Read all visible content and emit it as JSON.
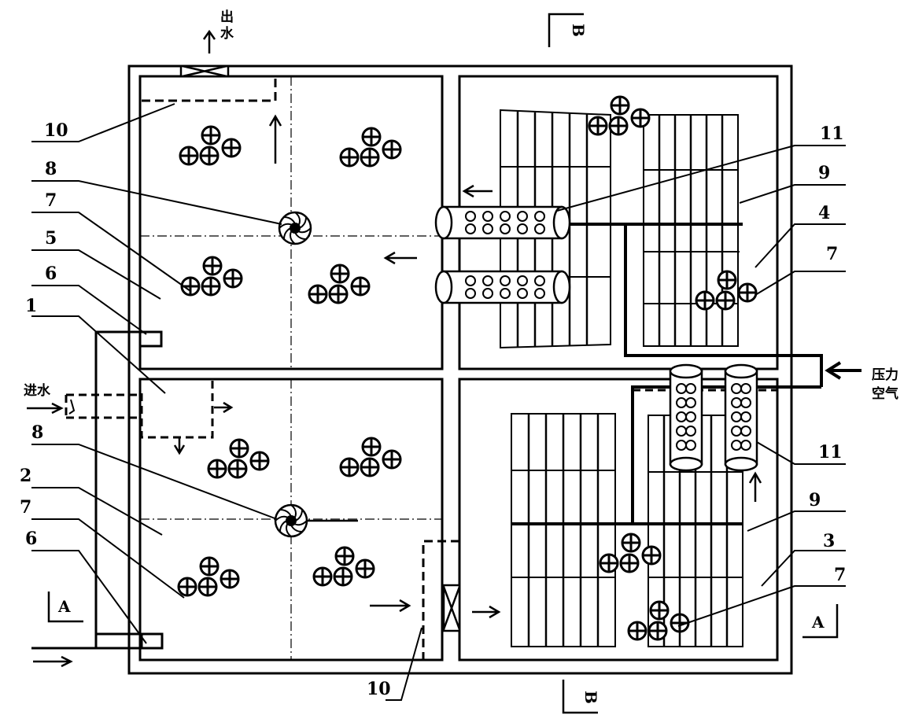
{
  "labels": {
    "n1": "1",
    "n2": "2",
    "n3": "3",
    "n4": "4",
    "n5": "5",
    "n6a": "6",
    "n6b": "6",
    "n7a": "7",
    "n7b": "7",
    "n7c": "7",
    "n7d": "7",
    "n8a": "8",
    "n8b": "8",
    "n9a": "9",
    "n9b": "9",
    "n10a": "10",
    "n10b": "10",
    "n11a": "11",
    "n11b": "11"
  },
  "text": {
    "outlet_1": "出",
    "outlet_2": "水",
    "inlet": "进水",
    "air_1": "压力",
    "air_2": "空气"
  },
  "sections": {
    "a_left": "A",
    "a_right": "A",
    "b_top": "B",
    "b_bottom": "B"
  },
  "colors": {
    "line": "#000000",
    "background": "#ffffff"
  }
}
